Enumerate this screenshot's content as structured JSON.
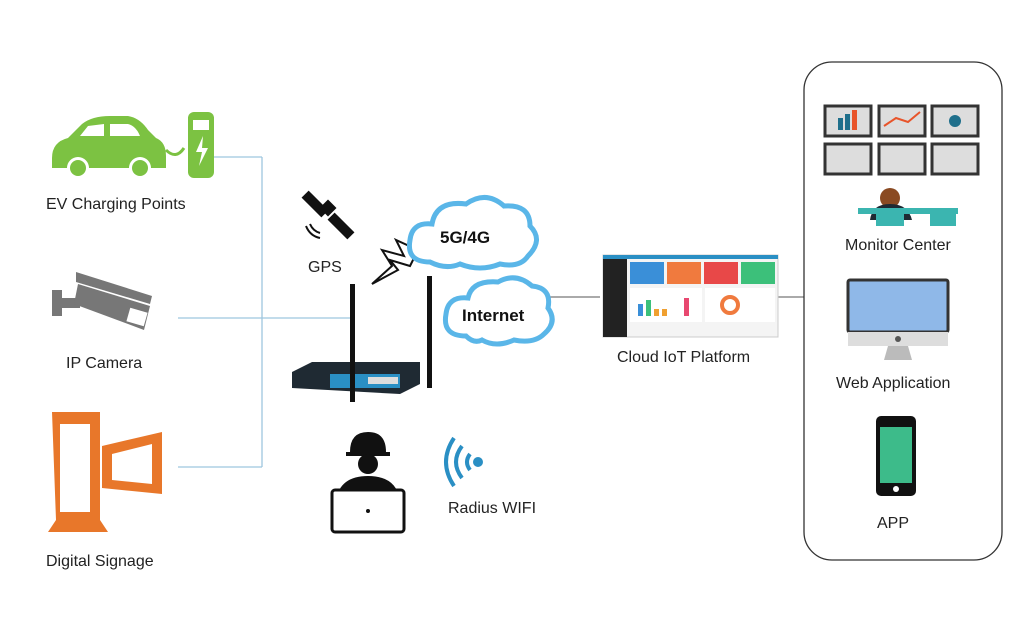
{
  "devices": {
    "ev": "EV Charging Points",
    "camera": "IP Camera",
    "signage": "Digital Signage"
  },
  "center": {
    "gps": "GPS",
    "cellular": "5G/4G",
    "internet": "Internet",
    "wifi": "Radius WIFI"
  },
  "cloud": {
    "label": "Cloud IoT Platform"
  },
  "clients": {
    "monitor": "Monitor Center",
    "web": "Web Application",
    "app": "APP"
  },
  "colors": {
    "ev_green": "#7cc242",
    "signage_orange": "#e8772a",
    "connector_blue": "#9ec7df",
    "cloud_blue": "#5ab6e8",
    "app_green": "#3dbb8a"
  }
}
